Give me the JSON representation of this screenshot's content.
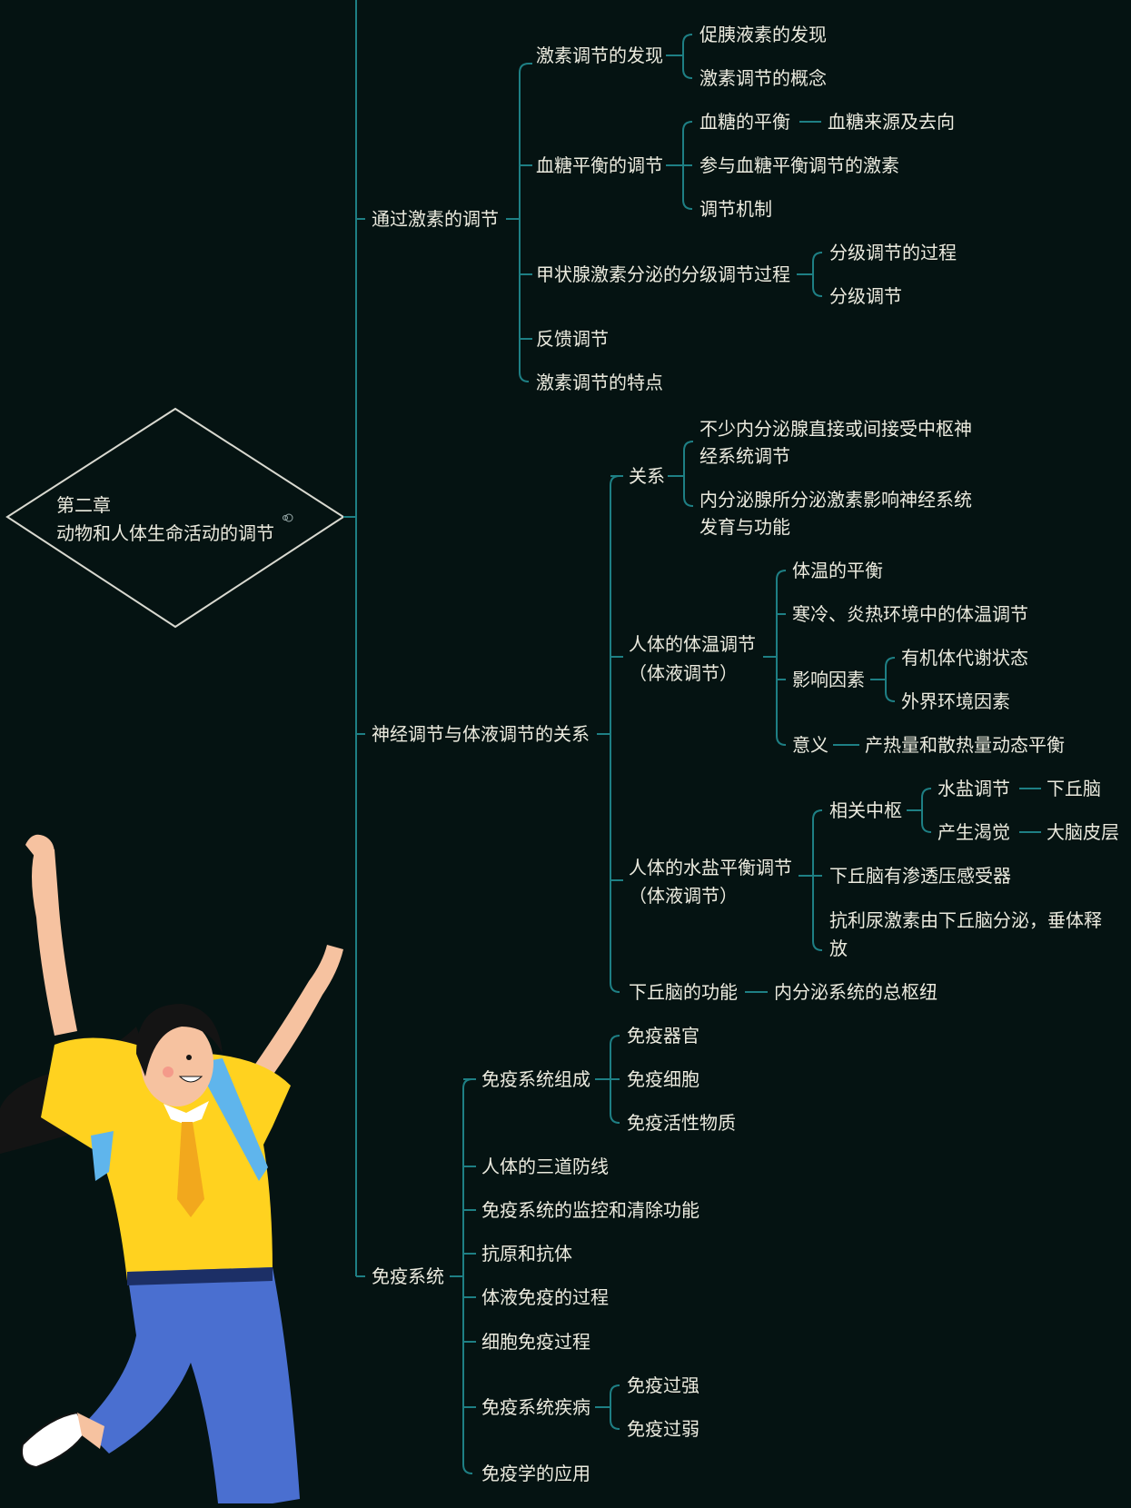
{
  "root": {
    "line1": "第二章",
    "line2": "动物和人体生命活动的调节",
    "collapse_icon": "collapse-indicator-icon"
  },
  "branches": [
    {
      "label": "通过激素的调节",
      "children": [
        {
          "label": "激素调节的发现",
          "children": [
            {
              "label": "促胰液素的发现"
            },
            {
              "label": "激素调节的概念"
            }
          ]
        },
        {
          "label": "血糖平衡的调节",
          "children": [
            {
              "label": "血糖的平衡",
              "children": [
                {
                  "label": "血糖来源及去向"
                }
              ]
            },
            {
              "label": "参与血糖平衡调节的激素"
            },
            {
              "label": "调节机制"
            }
          ]
        },
        {
          "label": "甲状腺激素分泌的分级调节过程",
          "children": [
            {
              "label": "分级调节的过程"
            },
            {
              "label": "分级调节"
            }
          ]
        },
        {
          "label": "反馈调节"
        },
        {
          "label": "激素调节的特点"
        }
      ]
    },
    {
      "label": "神经调节与体液调节的关系",
      "children": [
        {
          "label": "关系",
          "children": [
            {
              "label": "不少内分泌腺直接或间接受中枢神经系统调节"
            },
            {
              "label": "内分泌腺所分泌激素影响神经系统发育与功能"
            }
          ]
        },
        {
          "label": "人体的体温调节（体液调节）",
          "children": [
            {
              "label": "体温的平衡"
            },
            {
              "label": "寒冷、炎热环境中的体温调节"
            },
            {
              "label": "影响因素",
              "children": [
                {
                  "label": "有机体代谢状态"
                },
                {
                  "label": "外界环境因素"
                }
              ]
            },
            {
              "label": "意义",
              "children": [
                {
                  "label": "产热量和散热量动态平衡"
                }
              ]
            }
          ]
        },
        {
          "label": "人体的水盐平衡调节（体液调节）",
          "children": [
            {
              "label": "相关中枢",
              "children": [
                {
                  "label": "水盐调节",
                  "children": [
                    {
                      "label": "下丘脑"
                    }
                  ]
                },
                {
                  "label": "产生渴觉",
                  "children": [
                    {
                      "label": "大脑皮层"
                    }
                  ]
                }
              ]
            },
            {
              "label": "下丘脑有渗透压感受器"
            },
            {
              "label": "抗利尿激素由下丘脑分泌，垂体释放"
            }
          ]
        },
        {
          "label": "下丘脑的功能",
          "children": [
            {
              "label": "内分泌系统的总枢纽"
            }
          ]
        }
      ]
    },
    {
      "label": "免疫系统",
      "children": [
        {
          "label": "免疫系统组成",
          "children": [
            {
              "label": "免疫器官"
            },
            {
              "label": "免疫细胞"
            },
            {
              "label": "免疫活性物质"
            }
          ]
        },
        {
          "label": "人体的三道防线"
        },
        {
          "label": "免疫系统的监控和清除功能"
        },
        {
          "label": "抗原和抗体"
        },
        {
          "label": "体液免疫的过程"
        },
        {
          "label": "细胞免疫过程"
        },
        {
          "label": "免疫系统疾病",
          "children": [
            {
              "label": "免疫过强"
            },
            {
              "label": "免疫过弱"
            }
          ]
        },
        {
          "label": "免疫学的应用"
        }
      ]
    }
  ],
  "colors": {
    "background": "#051312",
    "connector": "#1e7f84",
    "text": "#ecebdf",
    "diamond": "#d9d9d0"
  },
  "decoration": {
    "illustration": "jumping-girl-illustration"
  }
}
